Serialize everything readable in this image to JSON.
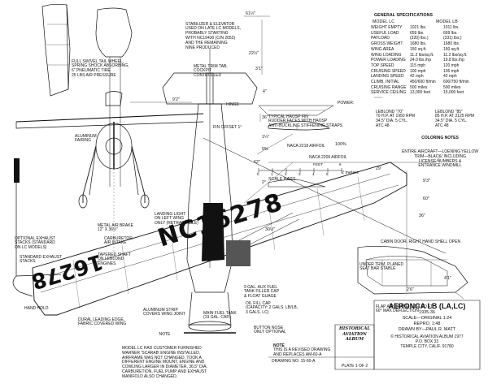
{
  "stabilizer_note": [
    "STABILIZER & ELEVATOR",
    "USED ON LATE LC MODELS,",
    "PROBABLY STARTING",
    "WITH NC19430 (c/n 2053)",
    "AND THE REMAINING",
    "NINE PRODUCED"
  ],
  "tailwheel_note": [
    "FULL SWIVEL TAIL WHEEL,",
    "SPRING SHOCK ABSORBING,",
    "6\" PNEUMATIC TIRE",
    "25 lbs AIR PRESSURE"
  ],
  "trim_tab_note": [
    "METAL TRIM TAB,",
    "COCKPIT",
    "CONTROLLED"
  ],
  "hinge_label": "HINGE",
  "aluminum_fairing": [
    "ALUMINUM",
    "FAIRING"
  ],
  "fin_offset": "FIN OFFSET 1°",
  "typical_rib": [
    "TYPICAL HAOSP FIN",
    "RUDDER FACES WITH HAOSP",
    "ANTI-BUCKLING STIFFENING STRAPS"
  ],
  "naca_2218": "NACA 2218 AIRFOIL",
  "naca_2209": "NACA 2209 AIRFOIL",
  "scale_bars": "SCALE BARS",
  "power_label": "POWER:",
  "general_specs": {
    "heading": "GENERAL SPECIFICATIONS",
    "col_lc": "MODEL LC",
    "col_lb": "MODEL LB",
    "rows": [
      {
        "label": "WEIGHT EMPTY",
        "lc": "1021 lbs.",
        "lb": "1011 lbs."
      },
      {
        "label": "USEFUL LOAD",
        "lc": "659 lbs.",
        "lb": "669 lbs."
      },
      {
        "label": "PAYLOAD",
        "lc": "(320) lbs.)",
        "lb": "(331) lbs.)"
      },
      {
        "label": "GROSS WEIGHT",
        "lc": "1680 lbs.",
        "lb": "1680 lbs."
      },
      {
        "label": "WING AREA",
        "lc": "150 sq.ft.",
        "lb": "150 sq.ft."
      },
      {
        "label": "WING LOADING",
        "lc": "11.2 lbs/sq.ft.",
        "lb": "11.2 lbs/sq.ft."
      },
      {
        "label": "POWER LOADING",
        "lc": "24.0 lbs./hp",
        "lb": "19.8 lbs./hp"
      },
      {
        "label": "TOP SPEED",
        "lc": "115 mph",
        "lb": "120 mph"
      },
      {
        "label": "CRUISING SPEED",
        "lc": "100 mph",
        "lb": "105 mph"
      },
      {
        "label": "LANDING SPEED",
        "lc": "42 mph",
        "lb": "42 mph"
      },
      {
        "label": "CLIMB, INITIAL",
        "lc": "450/600 ft/min",
        "lb": "600/750 ft/min"
      },
      {
        "label": "CRUISING RANGE",
        "lc": "500 miles",
        "lb": "500 miles"
      },
      {
        "label": "SERVICE CEILING",
        "lc": "13,000 feet",
        "lb": "15,000 feet"
      }
    ]
  },
  "engines": {
    "lc_name": "LeBLOND \"70\"",
    "lc_lines": [
      "70 H.P. at 1950 rpm",
      "34.5\" DIA. 5 CYL.",
      "ATC 48"
    ],
    "lb_name": "LeBLOND \"85\"",
    "lb_lines": [
      "85 H.P. at 2125 rpm",
      "34.5\" DIA. 5 CYL.",
      "ATC 48"
    ]
  },
  "coloring": {
    "heading": "COLORING NOTES",
    "lines": [
      "ENTIRE AIRCRAFT—LOENING YELLOW",
      "TRIM—BLACK, INCLUDING",
      "LICENSE NUMBERS &",
      "ENTRANCE WINDMILL"
    ]
  },
  "left_notes": {
    "optional_exhaust": [
      "OPTIONAL EXHAUST",
      "STACKS (STANDARD",
      "ON LC MODELS)"
    ],
    "standard_exhaust": [
      "STANDARD EXHAUST",
      "STACKS"
    ],
    "hand_hold": "HAND HOLD",
    "air_brake": [
      "METAL AIR BRAKE",
      "12\" X 36½\""
    ],
    "carburetor": [
      "CARBURETOR",
      "AIR INTAKE"
    ],
    "tapered_shaft": [
      "TAPERED SHAFT",
      "ON LEBLOND",
      "ENGINES"
    ],
    "dural_edge": [
      "DURAL LEADING EDGE,",
      "FABRIC COVERED WING"
    ],
    "aluminum_strip": [
      "ALUMINUM STRIP",
      "COVERS WING JOINT"
    ],
    "landing_light": [
      "LANDING LIGHT",
      "ON LEFT WING",
      "ONLY (RETRACTABLE)"
    ]
  },
  "center_notes": {
    "gal_fuel": [
      "9 GAL. AUX FUEL",
      "TANK FILLER CAP",
      "& FLOAT GUAGE"
    ],
    "oil_fill": [
      "OIL FILL CAP",
      "(CAPACITY: 2 GALS. LB/LB,",
      "3 GALS. LC)"
    ],
    "main_fuel": [
      "MAIN FUEL TANK",
      "(19 GAL. CAP.)"
    ],
    "button_nose": [
      "BUTTON NOSE",
      "ONLY OPTIONAL"
    ]
  },
  "registration": "NC16278",
  "registration_lower": "16278",
  "cabin_door": "CABIN DOOR, RIGHT HAND SHELL OPEN",
  "door_notes": {
    "under_trim": [
      "UNDER TRIM, PLANED",
      "SEAT BAR STABLE"
    ],
    "flaps": [
      "FLAP AIR BRAKE, 1 1/4 SQ FT",
      "60° MAX DEFLECTION"
    ]
  },
  "model_note": [
    "NOTE",
    "MODEL LC HAD CUSTOMER FURNISHED",
    "WARNER 'SCARAB' ENGINE INSTALLED,",
    "AIRFRAME WAS NOT CHANGED. TOOK A",
    "DIFFERENT ENGINE MOUNT, ENGINE AND",
    "COWLING LARGER IN DIAMETER, 36.5\" DIA.",
    "CARBURETION, FUEL PUMP AND EXHAUST",
    "MANIFOLD ALSO CHANGED."
  ],
  "revised_note": [
    "NOTE",
    "THIS IS A REVISED DRAWING",
    "AND REPLACES AM-60-A"
  ],
  "drawing_no": "DRAWING No. 15-60-A",
  "plate": "PLATE 1 of 2",
  "album_logo": [
    "HISTORICAL",
    "AVIATION",
    "ALBUM"
  ],
  "title": {
    "name": "AERONCA LB (LA,LC)",
    "years": "1935-36",
    "scale": "SCALE—ORIGINAL 1:24",
    "repro": "REPRO. 1:48",
    "drawn": "DRAWN BY—PAUL R. MATT",
    "copyright": "© HISTORICAL AVIATION ALBUM 1977",
    "box": "P.O. BOX 33",
    "city": "TEMPLE CITY, CALIF. 91780"
  },
  "dims": {
    "span_tail": "61½\"",
    "d2_1": "22½\"",
    "d3_1": "3'1\"",
    "d4": "4\"",
    "d9_2": "9'2\"",
    "d36": "36\"",
    "d36_in": "36\"",
    "d29": "29'",
    "d9_3": "9'3\"",
    "dmu": "60°",
    "d30": "30½\"",
    "d100": "100%",
    "d0": "0%",
    "d62": "62\"",
    "d2_5": "2°",
    "d12": "1¼\"",
    "scale_feet": "FEET",
    "scale_meters": "2 meters",
    "s0": "0",
    "s1": "1",
    "s2": "2",
    "s3": "3",
    "s4": "4",
    "s5": "5",
    "s6": "6"
  },
  "cabin_dims": {
    "d1": "2'6\"",
    "d2": "4'1\""
  }
}
